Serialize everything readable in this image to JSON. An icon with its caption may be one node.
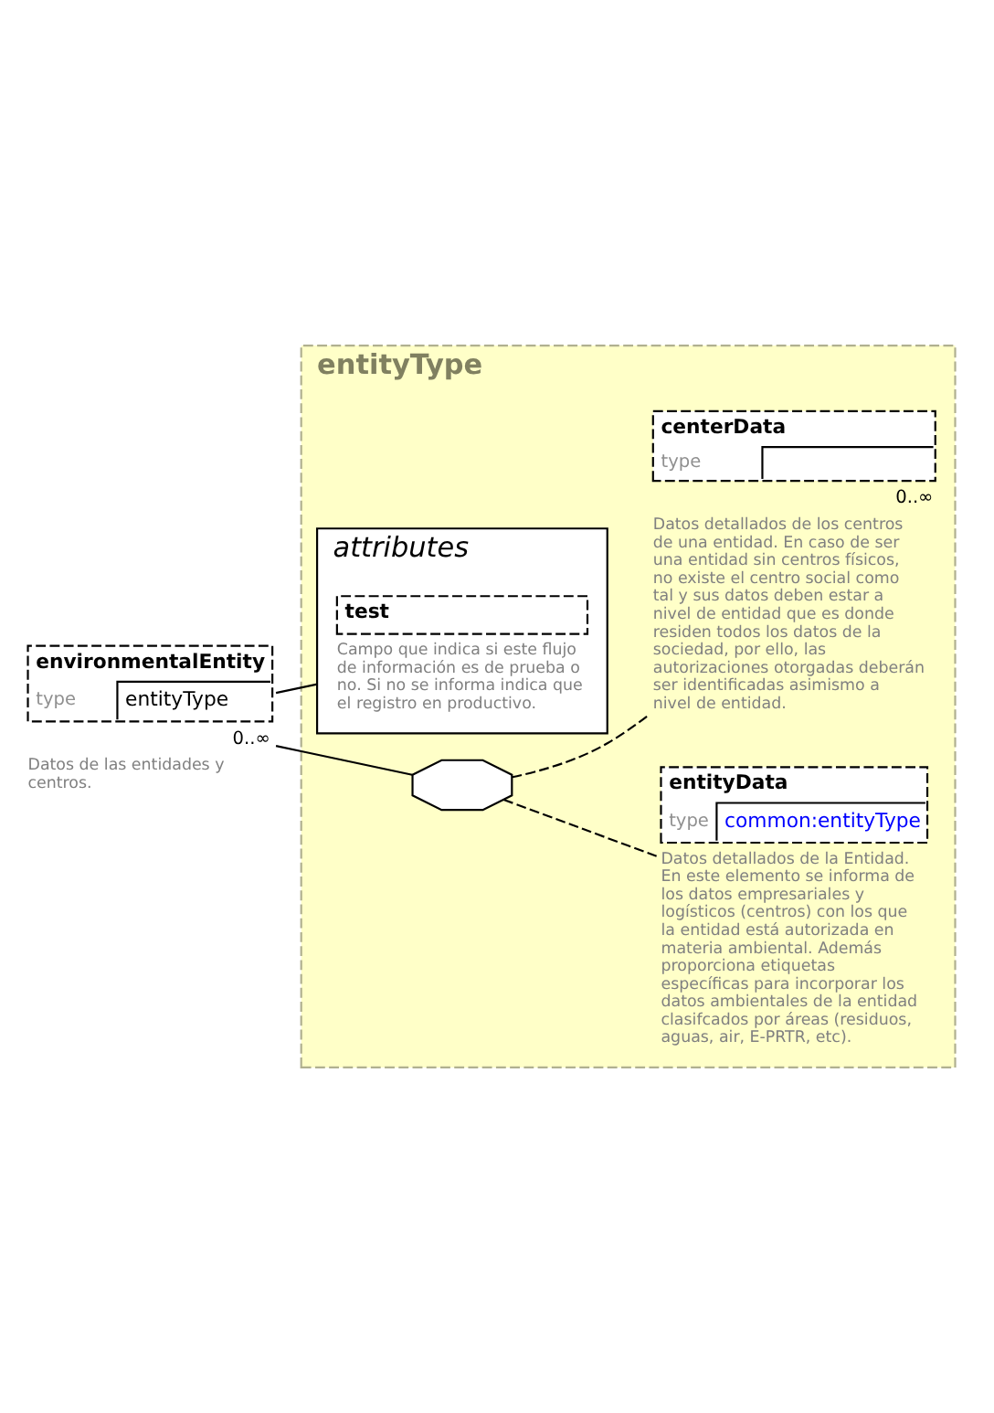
{
  "diagram": {
    "nodes": [
      {
        "text": [
          "entityType"
        ]
      },
      {
        "text": [
          "environmentalEntity",
          "type",
          "entityType"
        ],
        "beside": [
          "0..∞",
          "Datos de las entidades y centros."
        ]
      },
      {
        "text": [
          "attributes"
        ],
        "in": 0
      },
      {
        "text": [
          "test"
        ],
        "in": 2,
        "beside": [
          "Campo que indica si este flujo de información es de prueba o no. Si no se informa indica que el registro en productivo."
        ]
      },
      {
        "text": [],
        "shape": "octagon",
        "in": 0
      },
      {
        "text": [
          "entityData",
          "type",
          "common:entityType"
        ],
        "in": 0,
        "beside": [
          "Datos detallados de la Entidad. En este elemento se informa de los datos empresariales y logísticos (centros) con los que la entidad está autorizada en materia ambiental. Además proporciona etiquetas específicas para incorporar los datos ambientales de la entidad clasifcados por áreas (residuos, aguas, air, E-PRTR, etc)."
        ]
      },
      {
        "text": [
          "centerData",
          "type"
        ],
        "in": 0,
        "beside": [
          "0..∞",
          "Datos detallados de los centros de una entidad. En caso de ser una entidad sin centros físicos, no existe el centro social como tal y sus datos deben estar a nivel de entidad que es donde residen todos los datos de la sociedad, por ello, las autorizaciones otorgadas deberán ser identificadas asimismo a nivel de entidad."
        ]
      }
    ],
    "edges": [
      {
        "from": 1,
        "to": 2,
        "arrow": "none"
      },
      {
        "from": 1,
        "to": 4,
        "arrow": "none"
      },
      {
        "from": 4,
        "to": 5,
        "arrow": "none",
        "style": "dashed"
      },
      {
        "from": 4,
        "to": 6,
        "arrow": "none",
        "style": "dashed"
      }
    ]
  }
}
